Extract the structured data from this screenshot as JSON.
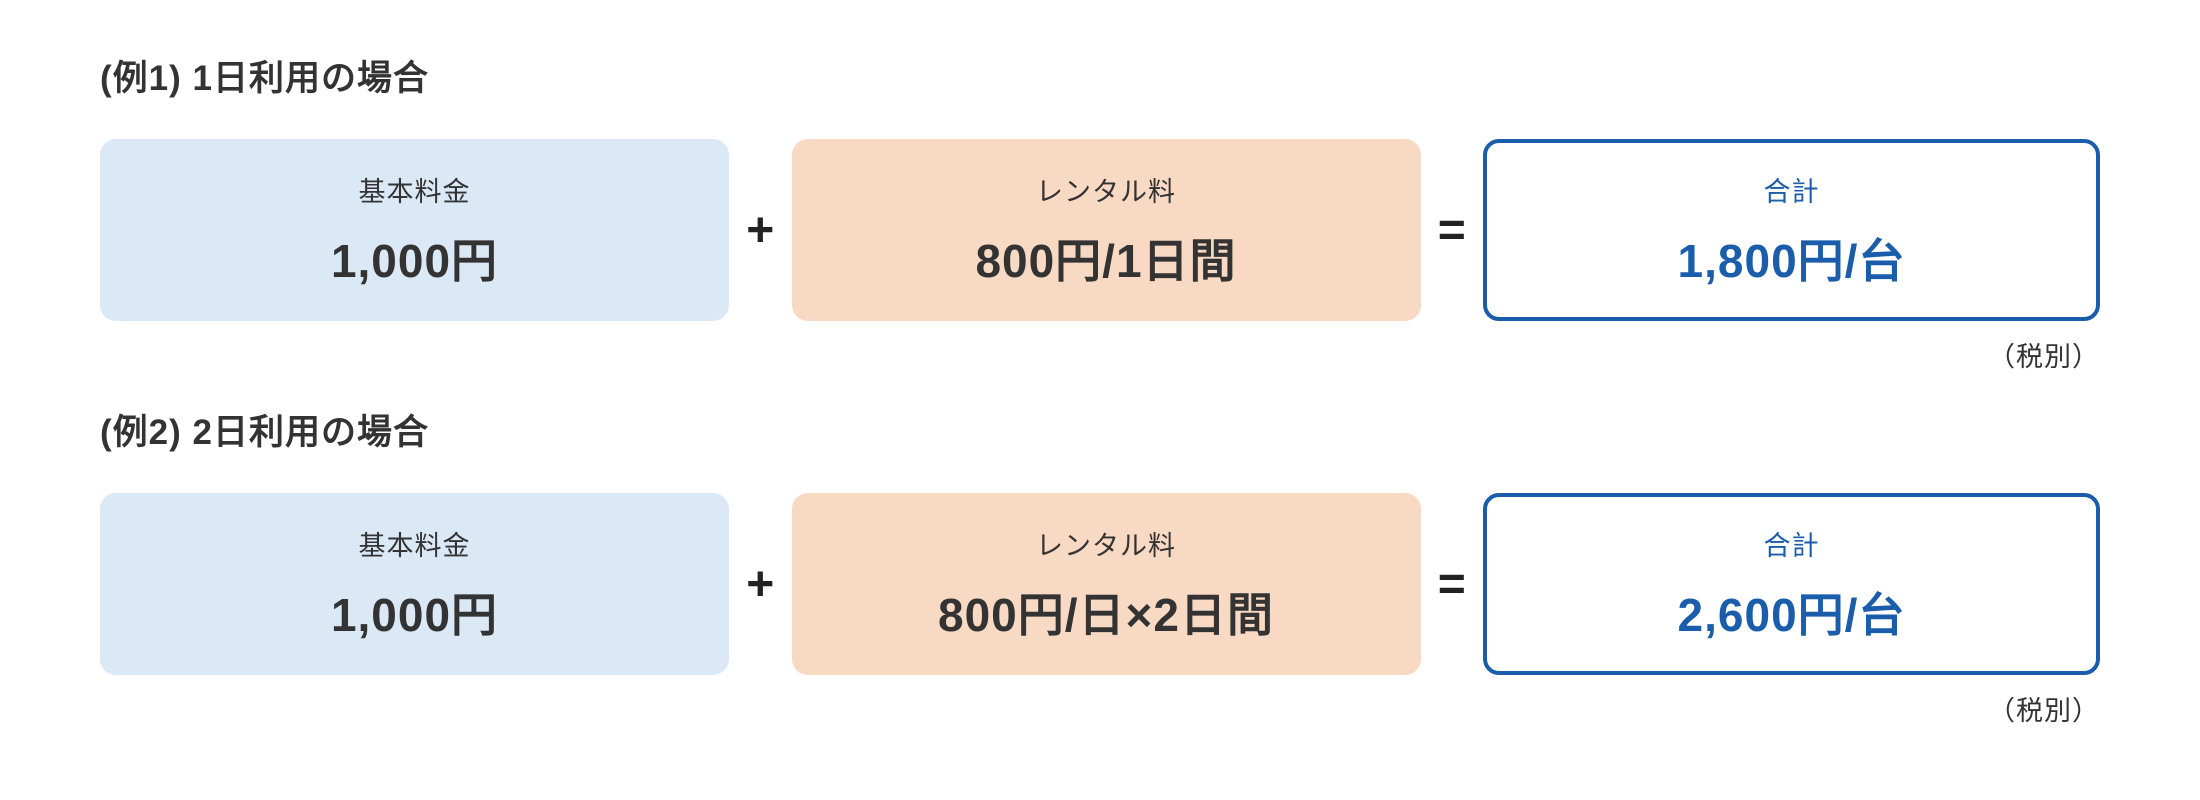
{
  "colors": {
    "basic_box_bg": "#dbe9f6",
    "rental_box_bg": "#f8d9c3",
    "total_border": "#1a5dab",
    "total_text": "#1a5dab",
    "body_text": "#333333",
    "background": "#ffffff"
  },
  "examples": [
    {
      "heading": "(例1) 1日利用の場合",
      "basic": {
        "label": "基本料金",
        "value": "1,000円"
      },
      "plus": "+",
      "rental": {
        "label": "レンタル料",
        "value": "800円/1日間"
      },
      "equals": "=",
      "total": {
        "label": "合計",
        "value": "1,800円/台"
      },
      "tax_note": "（税別）"
    },
    {
      "heading": "(例2) 2日利用の場合",
      "basic": {
        "label": "基本料金",
        "value": "1,000円"
      },
      "plus": "+",
      "rental": {
        "label": "レンタル料",
        "value": "800円/日×2日間"
      },
      "equals": "=",
      "total": {
        "label": "合計",
        "value": "2,600円/台"
      },
      "tax_note": "（税別）"
    }
  ]
}
